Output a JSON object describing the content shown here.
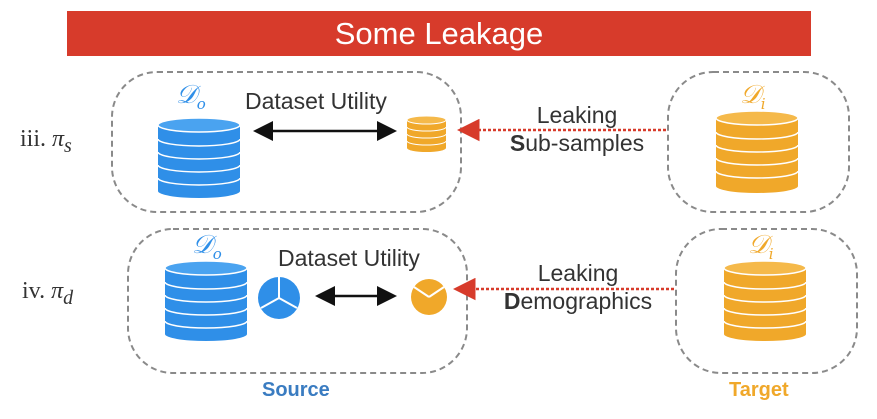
{
  "banner": {
    "title": "Some Leakage"
  },
  "rows": [
    {
      "label_prefix": "iii.",
      "label_var": "π",
      "label_sub": "s",
      "source_symbol": "𝒟",
      "source_sub": "o",
      "utility_label": "Dataset Utility",
      "target_symbol": "𝒟",
      "target_sub": "i",
      "leak_line1": "Leaking",
      "leak_bold": "S",
      "leak_rest": "ub-samples"
    },
    {
      "label_prefix": "iv.",
      "label_var": "π",
      "label_sub": "d",
      "source_symbol": "𝒟",
      "source_sub": "o",
      "utility_label": "Dataset Utility",
      "target_symbol": "𝒟",
      "target_sub": "i",
      "leak_line1": "Leaking",
      "leak_bold": "D",
      "leak_rest": "emographics"
    }
  ],
  "footer": {
    "source": "Source",
    "target": "Target"
  },
  "colors": {
    "banner": "#d73b2b",
    "source_blue": "#2f8fe8",
    "target_orange": "#f0a82a",
    "leak_red": "#d73b2b",
    "text": "#333333",
    "source_label": "#3a7cc1",
    "target_label": "#f0a82a"
  }
}
